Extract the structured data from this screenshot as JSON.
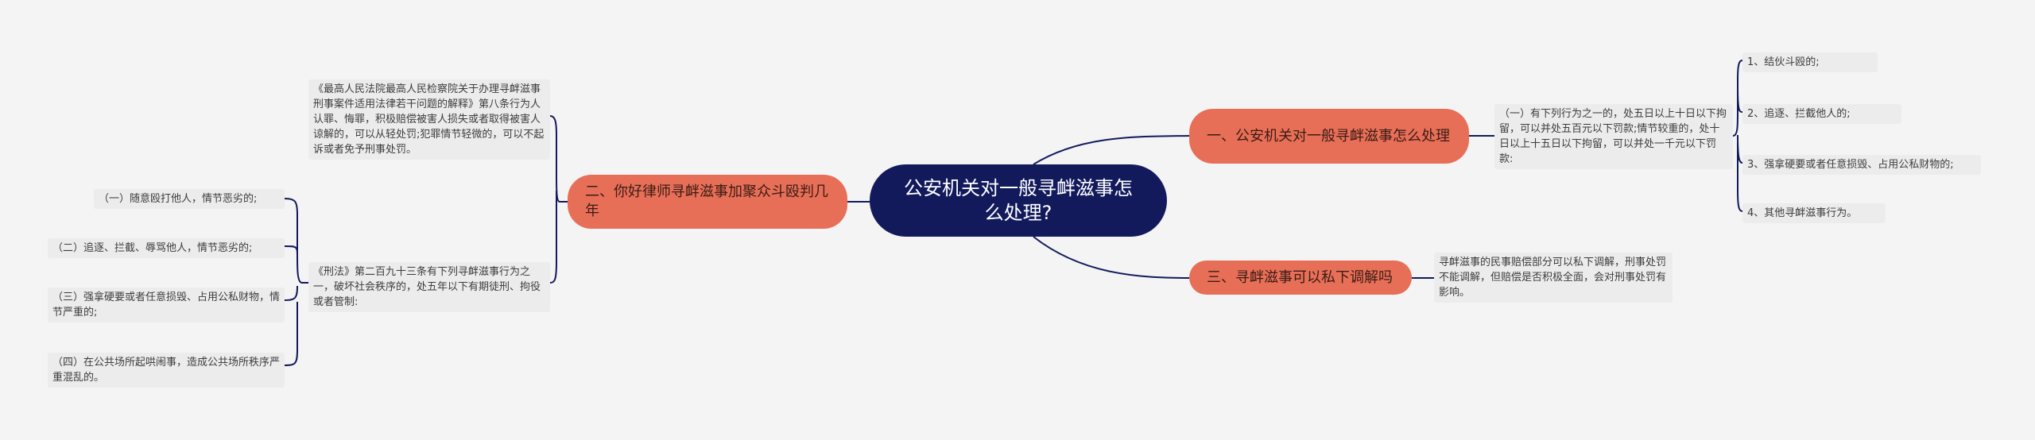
{
  "colors": {
    "root": "#121a5c",
    "branch": "#e86f57",
    "leaf": "#ececed",
    "line": "#121a5c"
  },
  "root": {
    "label": "公安机关对一般寻衅滋事怎么处理?"
  },
  "branches": [
    {
      "label": "一、公安机关对一般寻衅滋事怎么处理",
      "detail": "（一）有下列行为之一的，处五日以上十日以下拘留，可以并处五百元以下罚款;情节较重的，处十日以上十五日以下拘留，可以并处一千元以下罚款:",
      "items": [
        "1、结伙斗殴的;",
        "2、追逐、拦截他人的;",
        "3、强拿硬要或者任意损毁、占用公私财物的;",
        "4、其他寻衅滋事行为。"
      ]
    },
    {
      "label": "二、你好律师寻衅滋事加聚众斗殴判几年",
      "detail_a": "《最高人民法院最高人民检察院关于办理寻衅滋事刑事案件适用法律若干问题的解释》第八条行为人认罪、悔罪，积极赔偿被害人损失或者取得被害人谅解的，可以从轻处罚;犯罪情节轻微的，可以不起诉或者免予刑事处罚。",
      "detail_b": "《刑法》第二百九十三条有下列寻衅滋事行为之一，破坏社会秩序的，处五年以下有期徒刑、拘役或者管制:",
      "items": [
        "（一）随意殴打他人，情节恶劣的;",
        "（二）追逐、拦截、辱骂他人，情节恶劣的;",
        "（三）强拿硬要或者任意损毁、占用公私财物，情节严重的;",
        "（四）在公共场所起哄闹事，造成公共场所秩序严重混乱的。"
      ]
    },
    {
      "label": "三、寻衅滋事可以私下调解吗",
      "detail": "寻衅滋事的民事赔偿部分可以私下调解，刑事处罚不能调解，但赔偿是否积极全面，会对刑事处罚有影响。"
    }
  ]
}
